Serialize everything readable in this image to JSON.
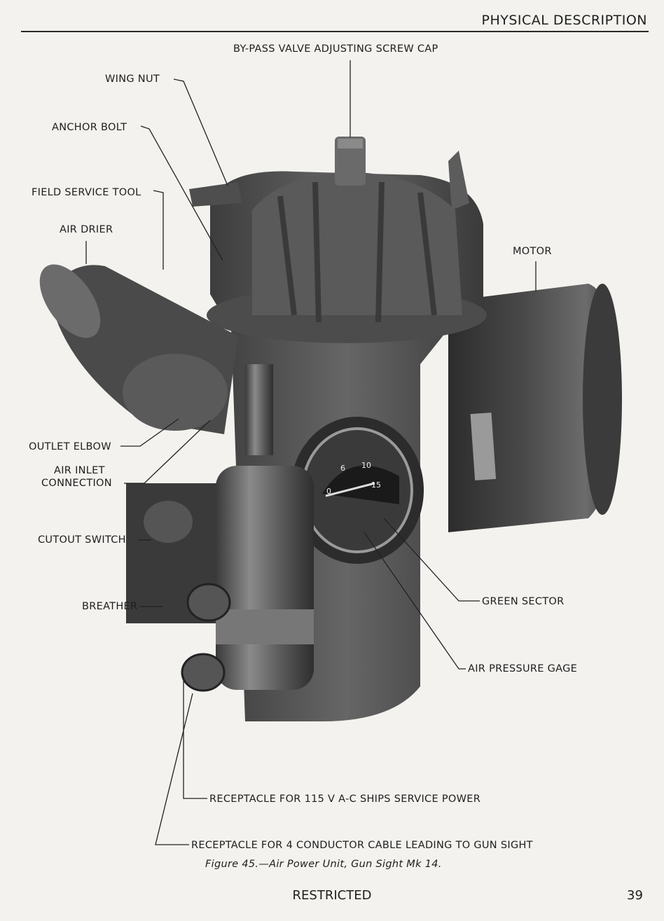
{
  "header": {
    "section_title": "PHYSICAL DESCRIPTION"
  },
  "figure": {
    "labels": {
      "bypass_cap": "BY-PASS VALVE ADJUSTING SCREW CAP",
      "wing_nut": "WING NUT",
      "anchor_bolt": "ANCHOR BOLT",
      "field_service_tool": "FIELD SERVICE TOOL",
      "air_drier": "AIR DRIER",
      "motor": "MOTOR",
      "outlet_elbow": "OUTLET ELBOW",
      "air_inlet_1": "AIR INLET",
      "air_inlet_2": "CONNECTION",
      "cutout_switch": "CUTOUT SWITCH",
      "breather": "BREATHER",
      "green_sector": "GREEN SECTOR",
      "air_pressure_gage": "AIR PRESSURE GAGE",
      "receptacle_115v": "RECEPTACLE FOR 115 V  A-C SHIPS SERVICE POWER",
      "receptacle_4c": "RECEPTACLE FOR 4  CONDUCTOR CABLE LEADING TO GUN SIGHT"
    },
    "gauge_ticks": [
      "0",
      "6",
      "10",
      "15"
    ],
    "caption": "Figure 45.—Air Power Unit, Gun Sight Mk 14."
  },
  "footer": {
    "classification": "RESTRICTED",
    "page_number": "39"
  }
}
